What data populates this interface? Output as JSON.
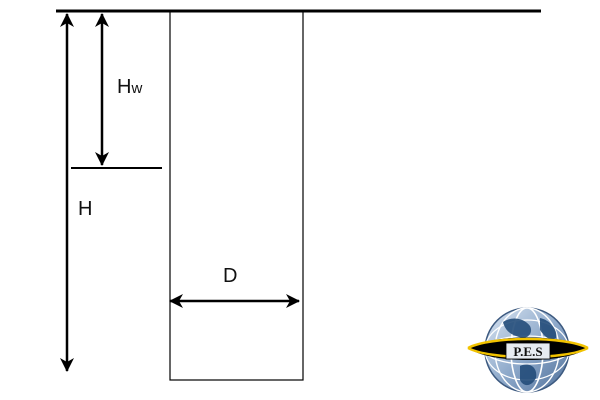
{
  "diagram": {
    "labels": {
      "total_depth_main": "H",
      "water_depth_main": "H",
      "water_depth_sub": "w",
      "diameter": "D"
    }
  },
  "logo": {
    "text": "P.E.S",
    "icon": "globe-icon"
  }
}
